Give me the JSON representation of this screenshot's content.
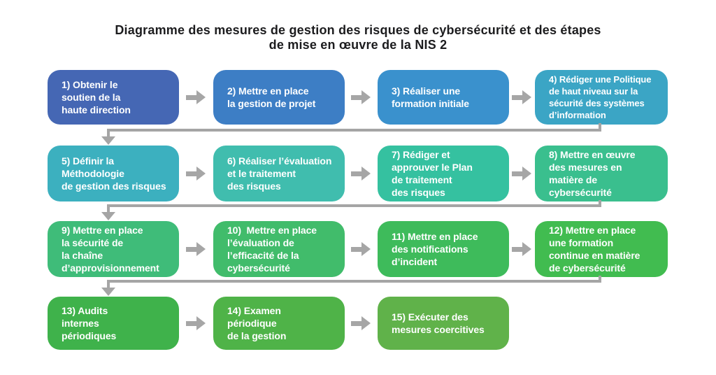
{
  "title": {
    "line1": "Diagramme des mesures de gestion des risques de cybersécurité et des étapes",
    "line2": "de mise en œuvre de la NIS 2"
  },
  "arrow_color": "#a6a6a6",
  "connector_color": "#a5a5a5",
  "text_color": "#ffffff",
  "title_color": "#1c1c1e",
  "steps": [
    {
      "label": "1) Obtenir le\nsoutien de la\nhaute direction",
      "color": "#4567b4"
    },
    {
      "label": "2) Mettre en place\nla gestion de projet",
      "color": "#3d7ec5"
    },
    {
      "label": "3) Réaliser une\nformation initiale",
      "color": "#3a91cd"
    },
    {
      "label": "4) Rédiger une Politique\nde haut niveau sur la\nsécurité des systèmes\nd’information",
      "color": "#3ba5c5"
    },
    {
      "label": "5) Définir la\nMéthodologie\nde gestion des risques",
      "color": "#3cb0bf"
    },
    {
      "label": "6) Réaliser l’évaluation\net le traitement\ndes risques",
      "color": "#40bdae"
    },
    {
      "label": "7) Rédiger et\napprouver le Plan\nde traitement\ndes risques",
      "color": "#35c1a0"
    },
    {
      "label": "8) Mettre en œuvre\ndes mesures en\nmatière de\ncybersécurité",
      "color": "#3abf8e"
    },
    {
      "label": "9) Mettre en place\nla sécurité de\nla chaîne\nd’approvisionnement",
      "color": "#3fbc79"
    },
    {
      "label": "10)  Mettre en place\nl’évaluation de\nl’efficacité de la\ncybersécurité",
      "color": "#41bc6b"
    },
    {
      "label": "11) Mettre en place\ndes notifications\nd’incident",
      "color": "#3ebb5b"
    },
    {
      "label": "12) Mettre en place\nune formation\ncontinue en matière\nde cybersécurité",
      "color": "#41bc50"
    },
    {
      "label": "13) Audits\ninternes\npériodiques",
      "color": "#3fb24b"
    },
    {
      "label": "14) Examen\npériodique\nde la gestion",
      "color": "#4fb348"
    },
    {
      "label": "15) Exécuter des\nmesures coercitives",
      "color": "#60b24a"
    }
  ]
}
